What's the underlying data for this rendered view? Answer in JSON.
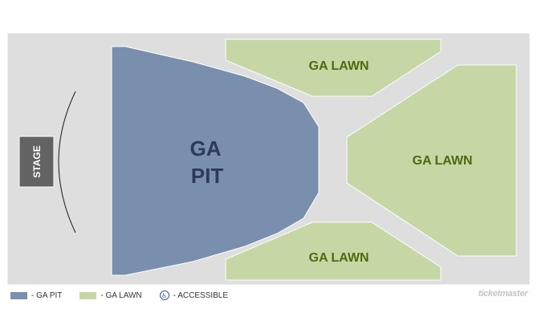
{
  "map": {
    "stage_label": "STAGE",
    "sections": {
      "ga_pit": {
        "label_line1": "GA",
        "label_line2": "PIT"
      },
      "ga_lawn_top": {
        "label": "GA LAWN"
      },
      "ga_lawn_right": {
        "label": "GA LAWN"
      },
      "ga_lawn_bottom": {
        "label": "GA LAWN"
      }
    }
  },
  "legend": {
    "items": [
      {
        "label": "- GA PIT",
        "color": "#7a8fad"
      },
      {
        "label": "- GA LAWN",
        "color": "#c7d6a5"
      },
      {
        "label": "- ACCESSIBLE",
        "icon": "accessible-icon",
        "color": "#3f4fa8"
      }
    ]
  },
  "brand": {
    "text": "ticketmaster"
  },
  "colors": {
    "background_area": "#dedede",
    "stage": "#636363",
    "ga_pit": "#7a8fad",
    "ga_pit_text": "#2e3a5a",
    "ga_lawn": "#c7d6a5",
    "ga_lawn_text": "#4c6b10"
  }
}
